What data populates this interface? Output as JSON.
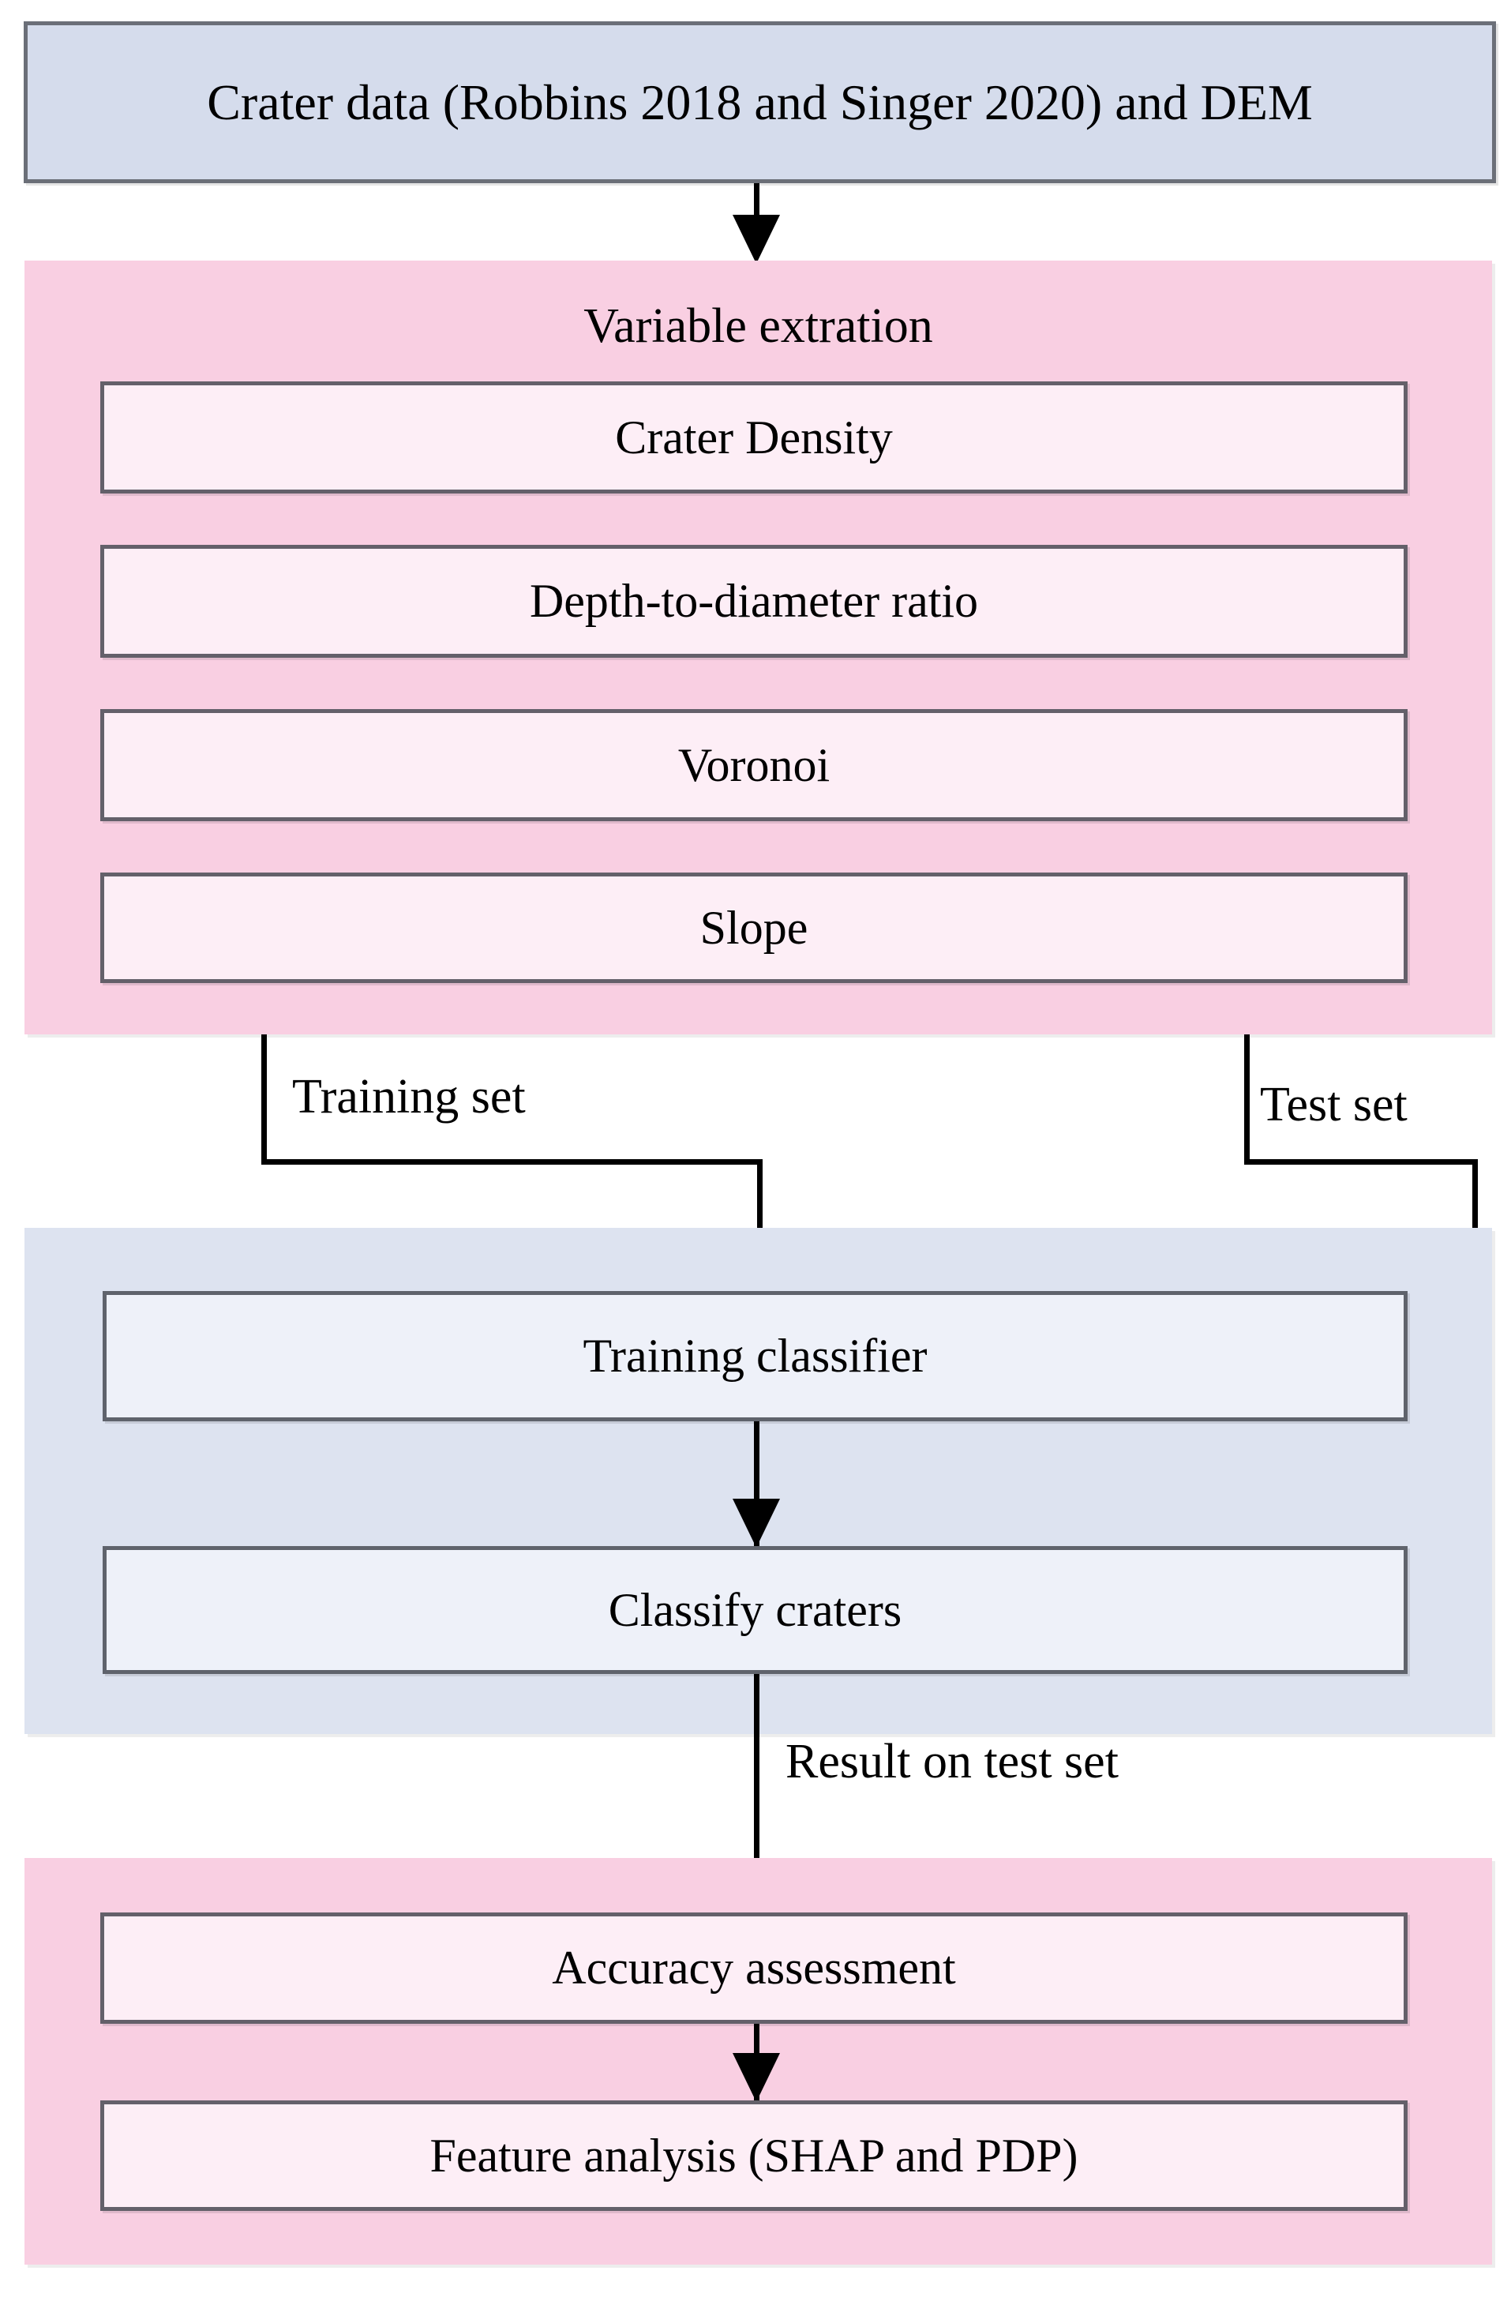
{
  "diagram": {
    "title_text": "Crater data (Robbins 2018 and Singer 2020) and DEM",
    "source_node": {
      "label": "Crater data (Robbins 2018 and Singer 2020) and DEM"
    },
    "stage_variable_extraction": {
      "heading": "Variable extration",
      "items": [
        {
          "label": "Crater Density"
        },
        {
          "label": "Depth-to-diameter ratio"
        },
        {
          "label": "Voronoi"
        },
        {
          "label": "Slope"
        }
      ]
    },
    "stage_classification": {
      "items": [
        {
          "label": "Training classifier"
        },
        {
          "label": "Classify craters"
        }
      ]
    },
    "stage_evaluation": {
      "items": [
        {
          "label": "Accuracy assessment"
        },
        {
          "label": "Feature analysis (SHAP and PDP)"
        }
      ]
    },
    "edges": [
      {
        "label": "Training set"
      },
      {
        "label": "Test set"
      },
      {
        "label": "Result on test set"
      }
    ],
    "colors": {
      "source_fill": "#d5dcec",
      "source_border": "#6b6f78",
      "pink_group_fill": "#f9cfe2",
      "pink_node_fill": "#fdeef6",
      "blue_group_fill": "#dde3f0",
      "blue_node_fill": "#eef1f9",
      "node_border": "#6b6b73",
      "connector": "#000000",
      "page_background": "#ffffff"
    }
  }
}
